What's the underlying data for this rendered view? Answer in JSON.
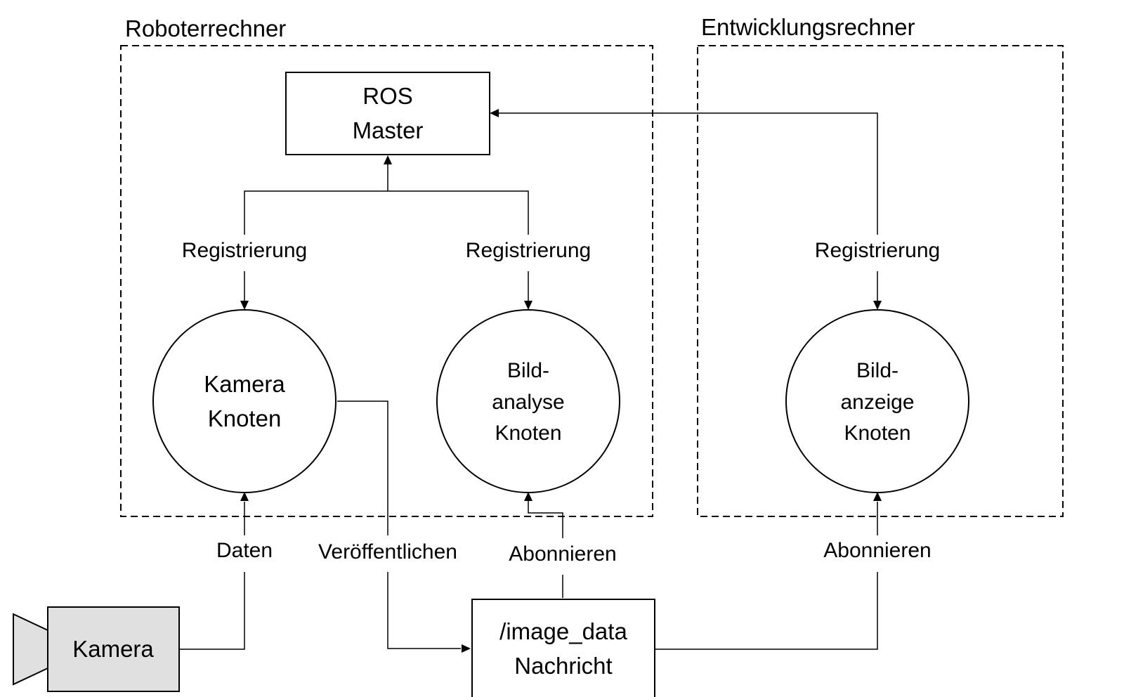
{
  "groups": {
    "robot": {
      "title": "Roboterrechner"
    },
    "dev": {
      "title": "Entwicklungsrechner"
    }
  },
  "nodes": {
    "ros_master": {
      "line1": "ROS",
      "line2": "Master"
    },
    "kamera_knoten": {
      "line1": "Kamera",
      "line2": "Knoten"
    },
    "bildanalyse": {
      "line1": "Bild-",
      "line2": "analyse",
      "line3": "Knoten"
    },
    "bildanzeige": {
      "line1": "Bild-",
      "line2": "anzeige",
      "line3": "Knoten"
    },
    "kamera": {
      "label": "Kamera"
    },
    "image_data": {
      "line1": "/image_data",
      "line2": "Nachricht"
    }
  },
  "edges": {
    "reg_kamera": "Registrierung",
    "reg_analyse": "Registrierung",
    "reg_anzeige": "Registrierung",
    "daten": "Daten",
    "veroeffentlichen": "Veröffentlichen",
    "abonnieren_analyse": "Abonnieren",
    "abonnieren_anzeige": "Abonnieren"
  },
  "colors": {
    "camera_fill": "#e0e0e0",
    "stroke": "#000000"
  }
}
